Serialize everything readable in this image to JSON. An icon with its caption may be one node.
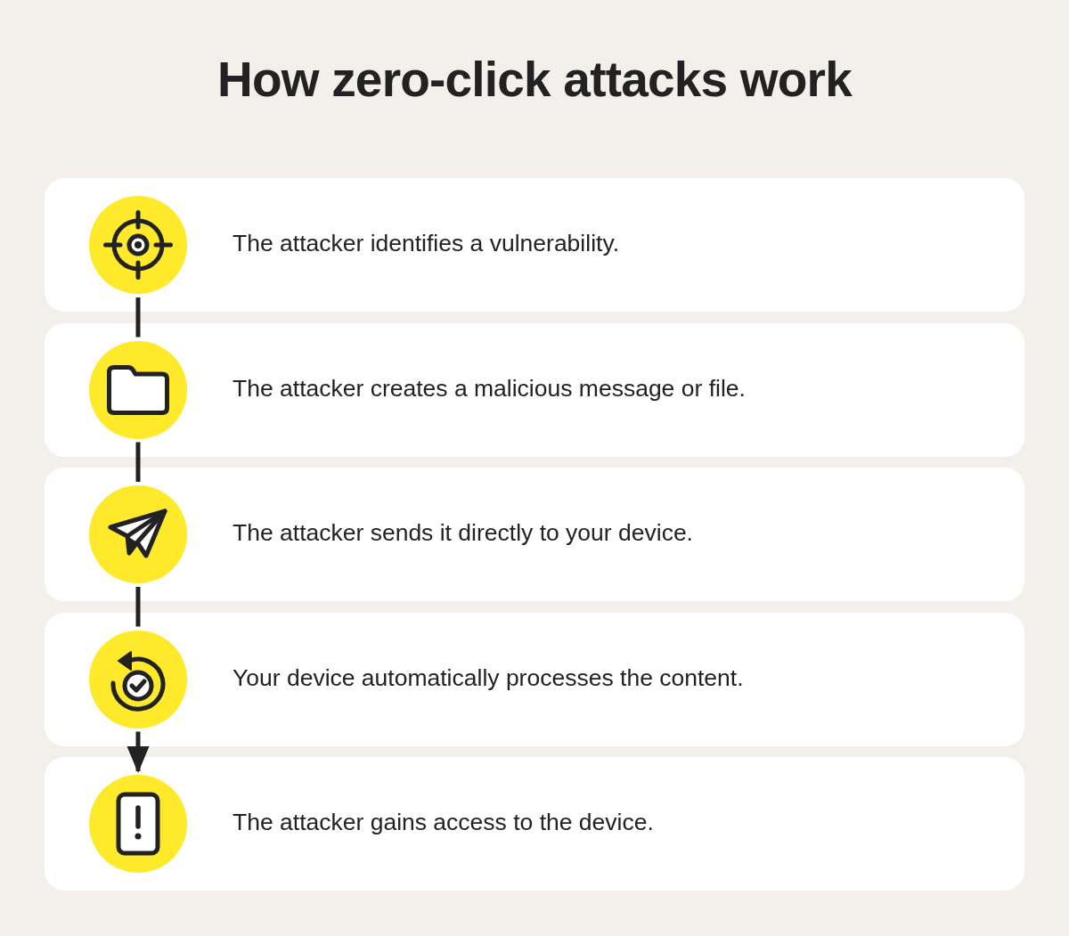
{
  "diagram": {
    "title": "How zero-click attacks work",
    "nodes": [
      {
        "text": [
          "The attacker identifies a vulnerability."
        ]
      },
      {
        "text": [],
        "shape": "circle",
        "in": 0
      },
      {
        "text": [
          "The attacker creates a malicious message or file."
        ]
      },
      {
        "text": [],
        "shape": "circle",
        "in": 2
      },
      {
        "text": [
          "The attacker sends it directly to your device."
        ]
      },
      {
        "text": [],
        "shape": "circle",
        "in": 4
      },
      {
        "text": [
          "Your device automatically processes the content."
        ]
      },
      {
        "text": [],
        "shape": "circle",
        "in": 6
      },
      {
        "text": [
          "The attacker gains access to the device."
        ]
      },
      {
        "text": [],
        "shape": "circle",
        "in": 8
      }
    ],
    "edges": [
      {
        "from": 1,
        "to": 3,
        "arrow": "none"
      },
      {
        "from": 3,
        "to": 5,
        "arrow": "none"
      },
      {
        "from": 5,
        "to": 7,
        "arrow": "none"
      },
      {
        "from": 7,
        "to": 9,
        "arrow": "to"
      }
    ]
  }
}
